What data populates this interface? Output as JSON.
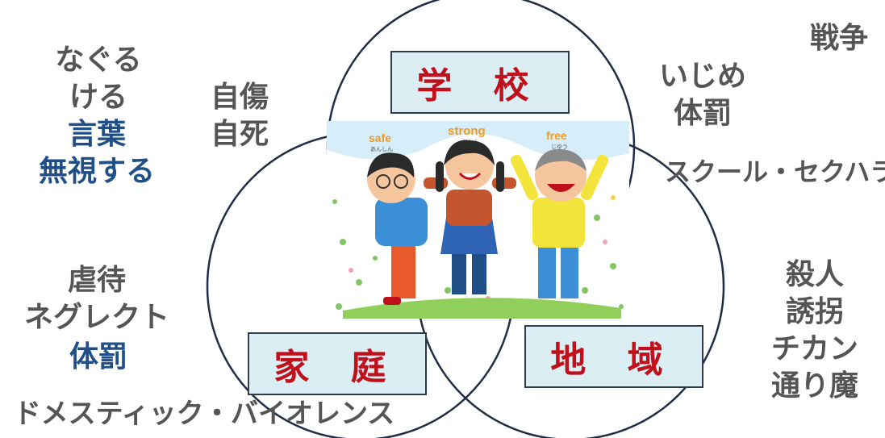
{
  "colors": {
    "circle_stroke": "#1f2d46",
    "box_fill": "#dbeef4",
    "box_label": "#c0101c",
    "gray_text": "#555555",
    "blue_text": "#1f4f86"
  },
  "circles": {
    "school": "学 校",
    "home": "家 庭",
    "community": "地 域"
  },
  "illustration": {
    "labels": [
      "safe",
      "strong",
      "free"
    ],
    "sublabels": [
      "あんしん",
      "じしん",
      "じゆう"
    ]
  },
  "left_top": [
    "なぐる",
    "ける"
  ],
  "left_top_blue": [
    "言葉",
    "無視する"
  ],
  "self_harm": [
    "自傷",
    "自死"
  ],
  "left_bottom": [
    "虐待",
    "ネグレクト"
  ],
  "left_bottom_blue": "体罰",
  "bottom_line": "ドメスティック・バイオレンス",
  "right_war": "戦争",
  "right_school": [
    "いじめ",
    "体罰"
  ],
  "right_harassment": "スクール・セクハラ",
  "right_bottom": [
    "殺人",
    "誘拐",
    "チカン",
    "通り魔"
  ]
}
